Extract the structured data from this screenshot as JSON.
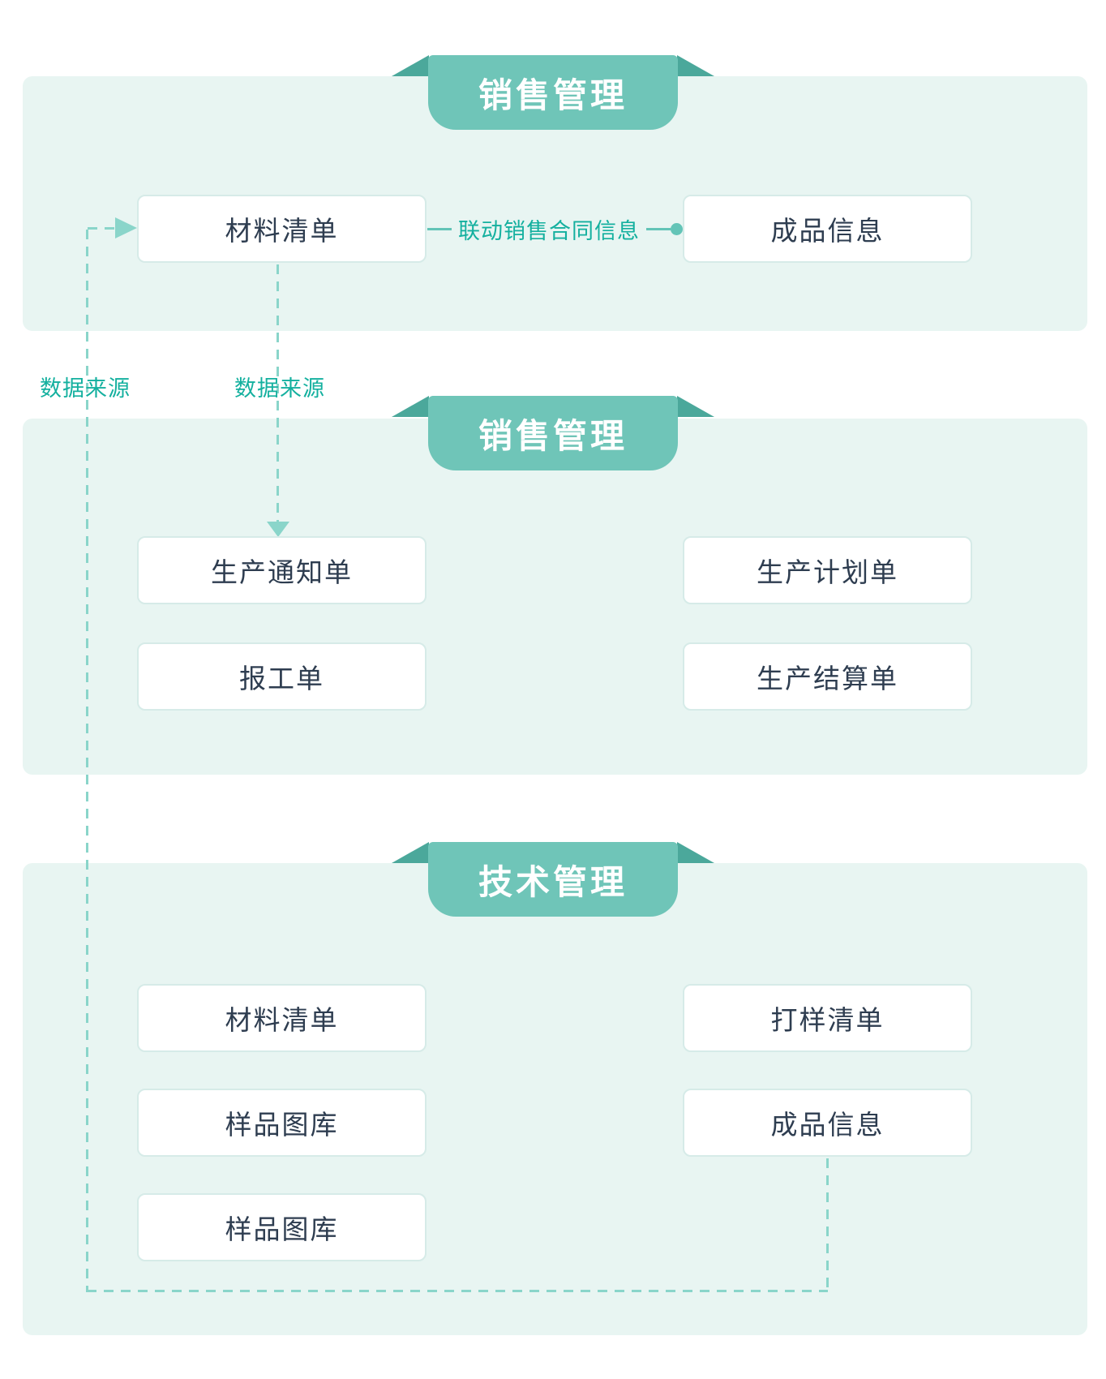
{
  "diagram": {
    "section1": {
      "banner": "销售管理",
      "box_left": "材料清单",
      "box_right": "成品信息",
      "connector_label": "联动销售合同信息"
    },
    "section2": {
      "banner": "销售管理",
      "row1_left": "生产通知单",
      "row1_right": "生产计划单",
      "row2_left": "报工单",
      "row2_right": "生产结算单"
    },
    "section3": {
      "banner": "技术管理",
      "row1_left": "材料清单",
      "row1_right": "打样清单",
      "row2_left": "样品图库",
      "row2_right": "成品信息",
      "row3_left": "样品图库"
    },
    "labels": {
      "data_source_left": "数据来源",
      "data_source_right": "数据来源"
    },
    "colors": {
      "panel_bg": "#e8f5f2",
      "banner_body": "#6fc5b8",
      "banner_wing": "#4ba89b",
      "dash_line": "#8ad5ca",
      "accent_text": "#14b09f",
      "node_text": "#2e3d50",
      "node_border": "#d6ebe8",
      "connector_line": "#63c4b7"
    }
  }
}
